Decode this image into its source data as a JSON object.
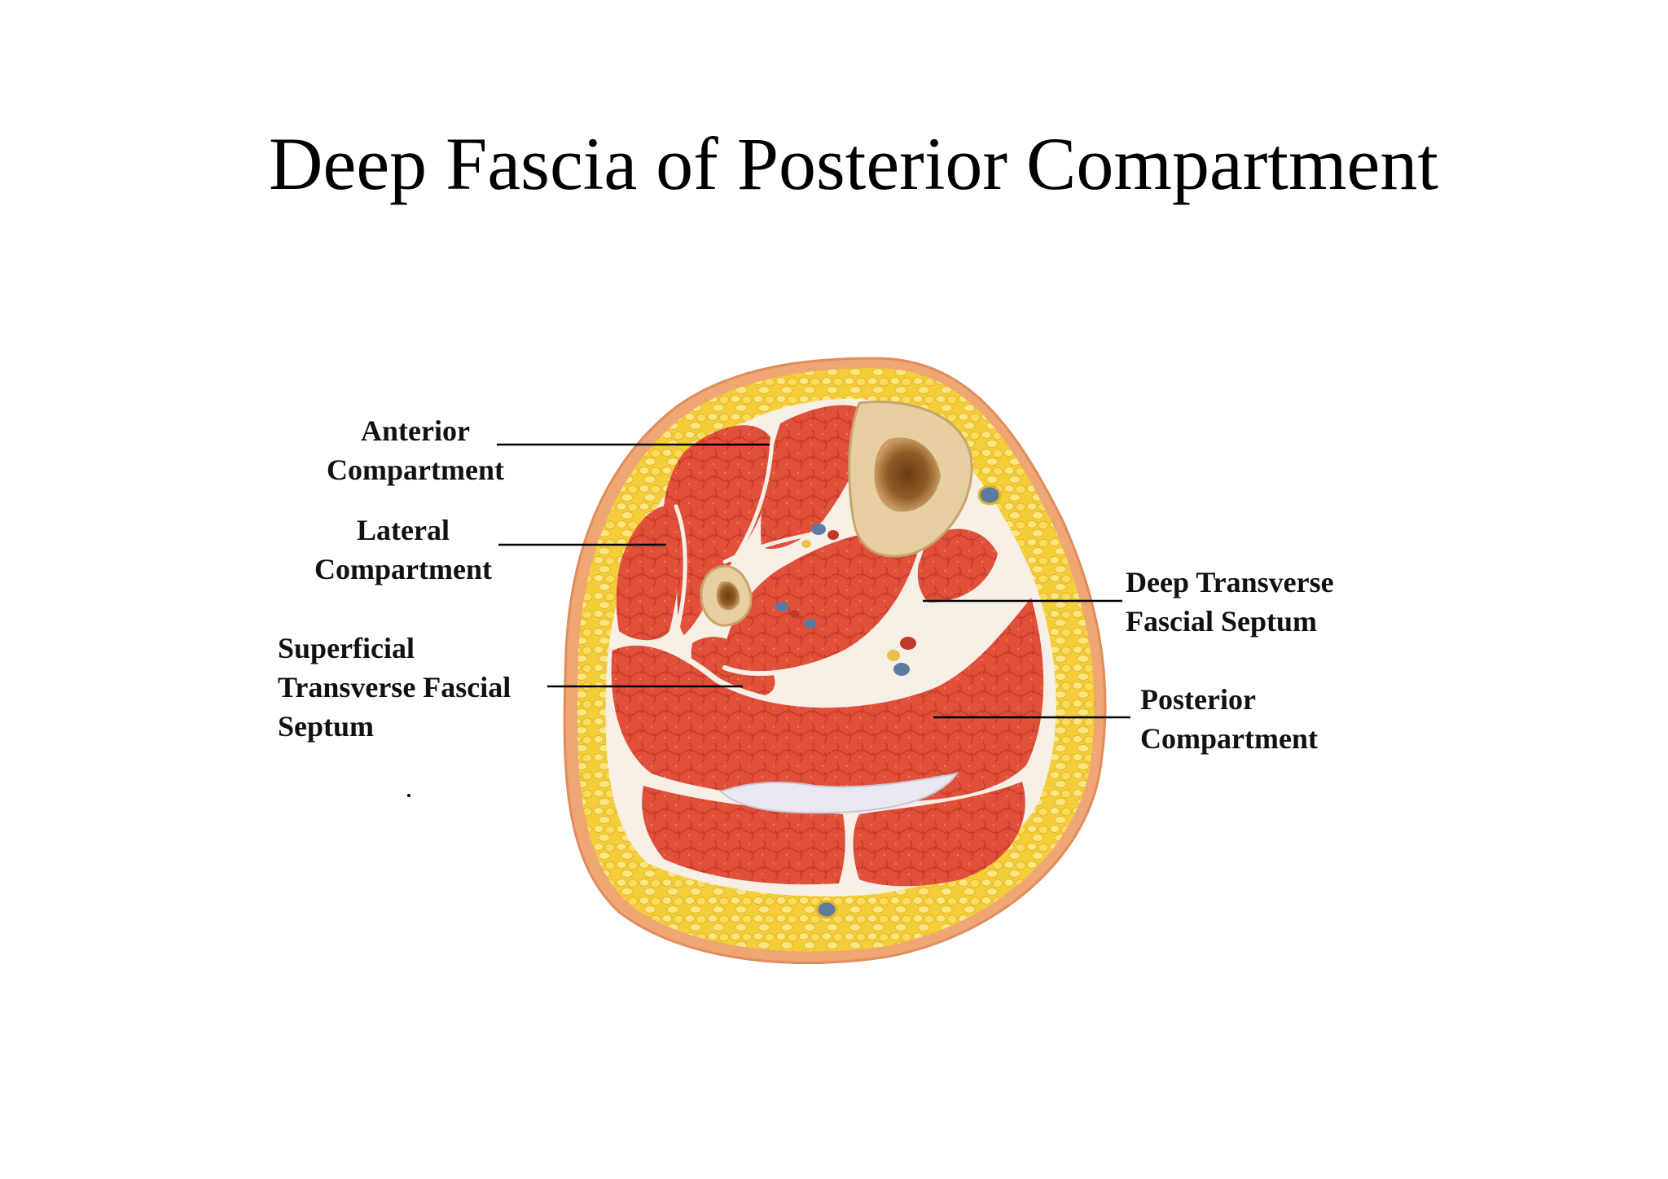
{
  "slide": {
    "title": "Deep Fascia of Posterior Compartment"
  },
  "labels": {
    "anterior_compartment": [
      "Anterior",
      "Compartment"
    ],
    "lateral_compartment": [
      "Lateral",
      "Compartment"
    ],
    "superficial_transverse_fascial_septum": [
      "Superficial",
      "Transverse Fascial",
      "Septum"
    ],
    "deep_transverse_fascial_septum": [
      "Deep Transverse",
      "Fascial Septum"
    ],
    "posterior_compartment": [
      "Posterior",
      "Compartment"
    ]
  },
  "colors": {
    "skin": "#f2a877",
    "fat": "#f5d13e",
    "fat_light": "#fbe37a",
    "muscle": "#e0503a",
    "muscle_dark": "#c53b29",
    "fascia": "#f6efe6",
    "bone": "#e7cfa1",
    "marrow": "#7a4a1c",
    "vessel_blue": "#5d7ba0",
    "vessel_red": "#c0392b"
  }
}
